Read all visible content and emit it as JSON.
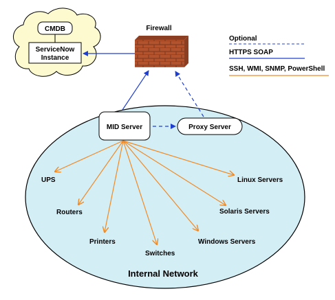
{
  "cloud": {
    "cmdb": "CMDB",
    "instance_line1": "ServiceNow",
    "instance_line2": "Instance"
  },
  "firewall": {
    "label": "Firewall"
  },
  "legend": {
    "optional": "Optional",
    "https": "HTTPS SOAP",
    "protocols": "SSH, WMI, SNMP, PowerShell"
  },
  "nodes": {
    "mid_server": "MID Server",
    "proxy_server": "Proxy Server"
  },
  "network": {
    "label": "Internal Network"
  },
  "devices": {
    "ups": "UPS",
    "routers": "Routers",
    "printers": "Printers",
    "switches": "Switches",
    "windows": "Windows Servers",
    "solaris": "Solaris Servers",
    "linux": "Linux Servers"
  },
  "colors": {
    "blue_arrow": "#1f3fd0",
    "orange_arrow": "#f08a24",
    "network_fill": "#d4eef6",
    "cloud_fill": "#fdfad0",
    "brick": "#b3532e",
    "mortar": "#7a3a20"
  }
}
